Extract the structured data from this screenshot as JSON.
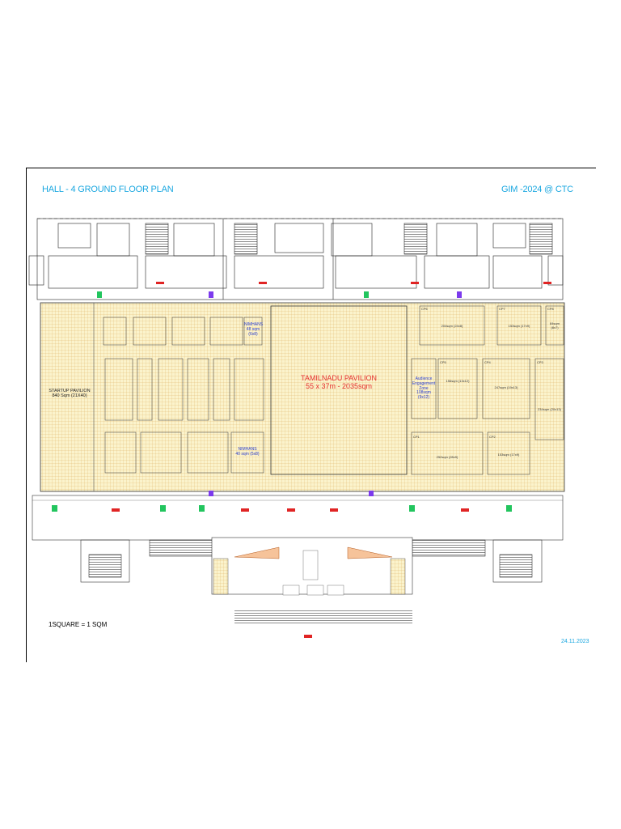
{
  "header": {
    "left_title": "HALL - 4 GROUND FLOOR PLAN",
    "right_title": "GIM -2024 @ CTC"
  },
  "zones": {
    "startup": {
      "name": "STARTUP PAVILION",
      "area": "840 Sqm (21X40)"
    },
    "tamilnadu": {
      "name": "TAMILNADU PAVILION",
      "area": "55 x 37m - 2035sqm"
    },
    "nimhans_top": "NIMHANS\n48 sqm\n(6x8)",
    "nimhans_bottom": "NIMHANS\n40 sqm (5x8)",
    "audience": "Audience\nEngagement\nZone\n108sqm (9x12)"
  },
  "cp_booths": [
    {
      "id": "CP6",
      "size": "204sqm (24x8)"
    },
    {
      "id": "CP7",
      "size": "153sqm (17x9)"
    },
    {
      "id": "CP8",
      "size": "84sqm (8x7)"
    },
    {
      "id": "CP5",
      "size": "156sqm (13x12)"
    },
    {
      "id": "CP4",
      "size": "247sqm (19x13)"
    },
    {
      "id": "CP3",
      "size": "234sqm (20x13)"
    },
    {
      "id": "CP1",
      "size": "252sqm (28x9)"
    },
    {
      "id": "CP2",
      "size": "153sqm (17x9)"
    }
  ],
  "footer": {
    "scale_note": "1SQUARE  = 1 SQM",
    "date": "24.11.2023"
  },
  "colors": {
    "grid_fill": "#fbf3cc",
    "grid_line": "#e2b66a",
    "title_blue": "#1aa7e0",
    "pavilion_red": "#e53030",
    "nimhans_blue": "#2a3fd0",
    "exit_green": "#22c55e",
    "exit_red": "#e02424",
    "door_purple": "#7c3aed"
  }
}
